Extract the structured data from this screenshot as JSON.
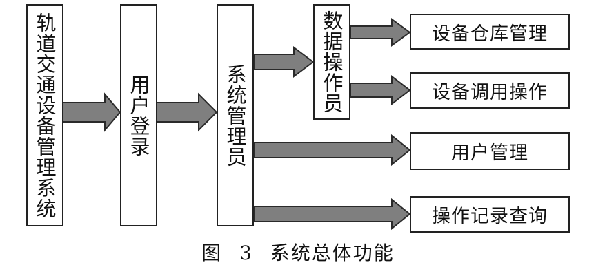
{
  "diagram": {
    "nodes": {
      "system": "轨道交通设备管理系统",
      "login": "用户登录",
      "admin": "系统管理员",
      "operator": "数据操作员",
      "warehouse": "设备仓库管理",
      "dispatch": "设备调用操作",
      "user_mgmt": "用户管理",
      "log_query": "操作记录查询"
    },
    "edges": [
      {
        "from": "system",
        "to": "login"
      },
      {
        "from": "login",
        "to": "admin"
      },
      {
        "from": "admin",
        "to": "operator"
      },
      {
        "from": "operator",
        "to": "warehouse"
      },
      {
        "from": "operator",
        "to": "dispatch"
      },
      {
        "from": "admin",
        "to": "user_mgmt"
      },
      {
        "from": "admin",
        "to": "log_query"
      }
    ],
    "colors": {
      "arrow_fill": "#7f7f7f",
      "border": "#222222"
    }
  },
  "caption": "图 3 系统总体功能"
}
